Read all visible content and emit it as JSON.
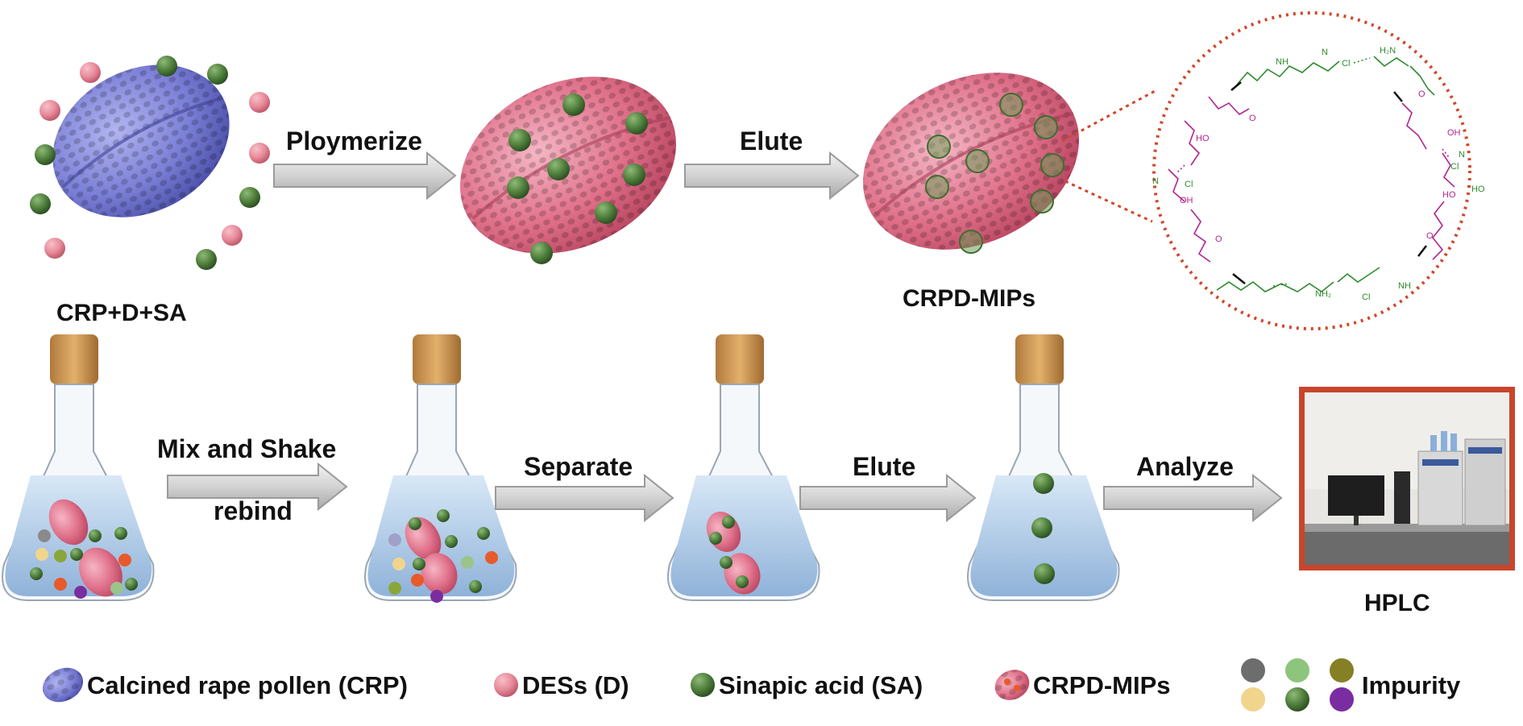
{
  "steps_top": {
    "polymerize": "Ploymerize",
    "elute": "Elute"
  },
  "labels_top": {
    "mixture": "CRP+D+SA",
    "product": "CRPD-MIPs"
  },
  "steps_bottom": {
    "mix_shake": "Mix and Shake",
    "rebind": "rebind",
    "separate": "Separate",
    "elute": "Elute",
    "analyze": "Analyze"
  },
  "labels_bottom": {
    "instrument": "HPLC"
  },
  "molecule": {
    "atoms": {
      "nh": "NH",
      "nplus": "N",
      "cl": "Cl",
      "cl_minus": "Cl",
      "h2n": "H₂N",
      "nh2": "NH₂",
      "oh": "OH",
      "o": "O",
      "ho": "HO"
    }
  },
  "legend": [
    {
      "text": "Calcined rape pollen (CRP)",
      "icon": "pollen-blue-icon"
    },
    {
      "text": "DESs (D)",
      "icon": "pink-dot-icon"
    },
    {
      "text": "Sinapic acid (SA)",
      "icon": "green-dot-icon"
    },
    {
      "text": "CRPD-MIPs",
      "icon": "pollen-pink-icon"
    },
    {
      "text": "Impurity",
      "icon": "impurity-dots-icon"
    }
  ],
  "colors": {
    "crp": "#7b7fd6",
    "des": "#e88a9a",
    "sa": "#4f7f3c",
    "mip": "#e0708a",
    "arrow": "#c8c8c8",
    "dotted_circle": "#d2462a",
    "hplc_frame": "#c9452b",
    "molecule_green": "#2e8b2e",
    "molecule_magenta": "#b0268f"
  }
}
